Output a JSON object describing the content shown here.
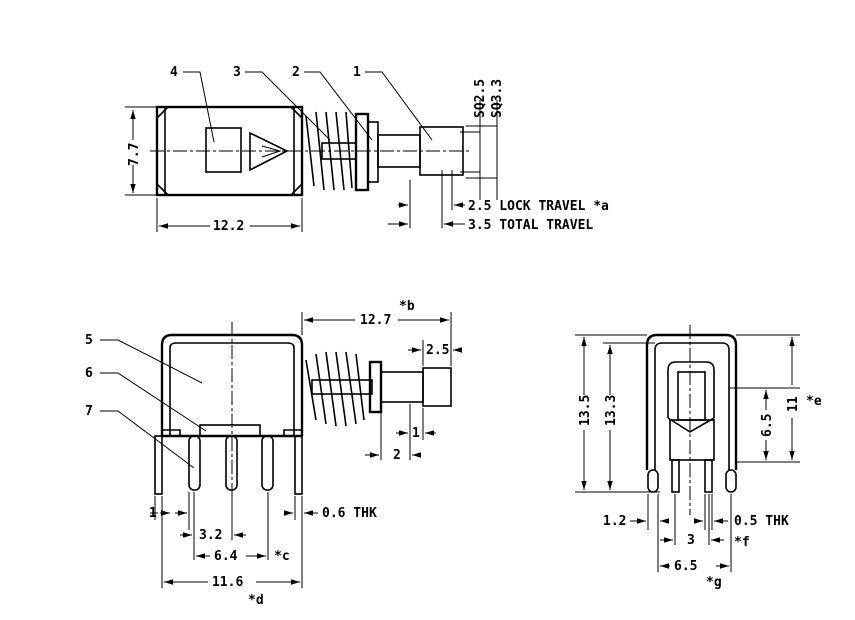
{
  "top_view": {
    "callouts": [
      "4",
      "3",
      "2",
      "1"
    ],
    "sq1": "SQ2.5",
    "sq2": "SQ3.3",
    "height": "7.7",
    "width": "12.2",
    "lock_travel": "2.5 LOCK TRAVEL *a",
    "total_travel": "3.5 TOTAL TRAVEL"
  },
  "side_view": {
    "callouts": [
      "5",
      "6",
      "7"
    ],
    "length": "12.7",
    "length_note": "*b",
    "cap": "2.5",
    "d1": "1",
    "d2": "2",
    "pin_w": "1",
    "pitch": "3.2",
    "pitch2": "6.4",
    "pitch2_note": "*c",
    "thk": "0.6 THK",
    "overall": "11.6",
    "overall_note": "*d"
  },
  "end_view": {
    "h1": "13.5",
    "h2": "13.3",
    "h3": "6.5",
    "h4": "11",
    "h4_note": "*e",
    "w1": "1.2",
    "thk": "0.5 THK",
    "w2": "3",
    "w2_note": "*f",
    "w3": "6.5",
    "w3_note": "*g"
  }
}
